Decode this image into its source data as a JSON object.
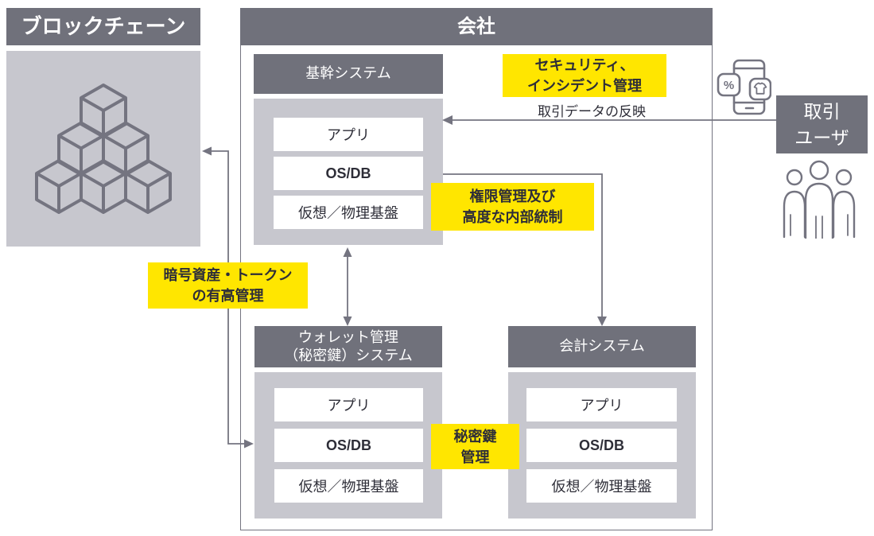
{
  "colors": {
    "header_gray": "#70717b",
    "panel_gray": "#c7c7ce",
    "line_gray": "#747480",
    "accent_yellow": "#ffe600",
    "text_dark": "#2e2e38",
    "text_light": "#ffffff"
  },
  "blockchain": {
    "title": "ブロックチェーン"
  },
  "company": {
    "title": "会社"
  },
  "systems": {
    "core": {
      "title": "基幹システム",
      "layers": [
        "アプリ",
        "OS/DB",
        "仮想／物理基盤"
      ]
    },
    "wallet": {
      "title_line1": "ウォレット管理",
      "title_line2": "（秘密鍵）システム",
      "layers": [
        "アプリ",
        "OS/DB",
        "仮想／物理基盤"
      ]
    },
    "accounting": {
      "title": "会計システム",
      "layers": [
        "アプリ",
        "OS/DB",
        "仮想／物理基盤"
      ]
    }
  },
  "labels": {
    "security": {
      "line1": "セキュリティ、",
      "line2": "インシデント管理"
    },
    "authority": {
      "line1": "権限管理及び",
      "line2": "高度な内部統制"
    },
    "crypto_assets": {
      "line1": "暗号資産・トークン",
      "line2": "の有高管理"
    },
    "private_key": {
      "line1": "秘密鍵",
      "line2": "管理"
    }
  },
  "annotations": {
    "transaction_data": "取引データの反映"
  },
  "user": {
    "title_line1": "取引",
    "title_line2": "ユーザ"
  },
  "icons": {
    "blockchain": "cubes-stack",
    "user_device": "smartphone",
    "device_badge_1": "percent",
    "device_badge_2": "tshirt",
    "users": "people-group"
  }
}
